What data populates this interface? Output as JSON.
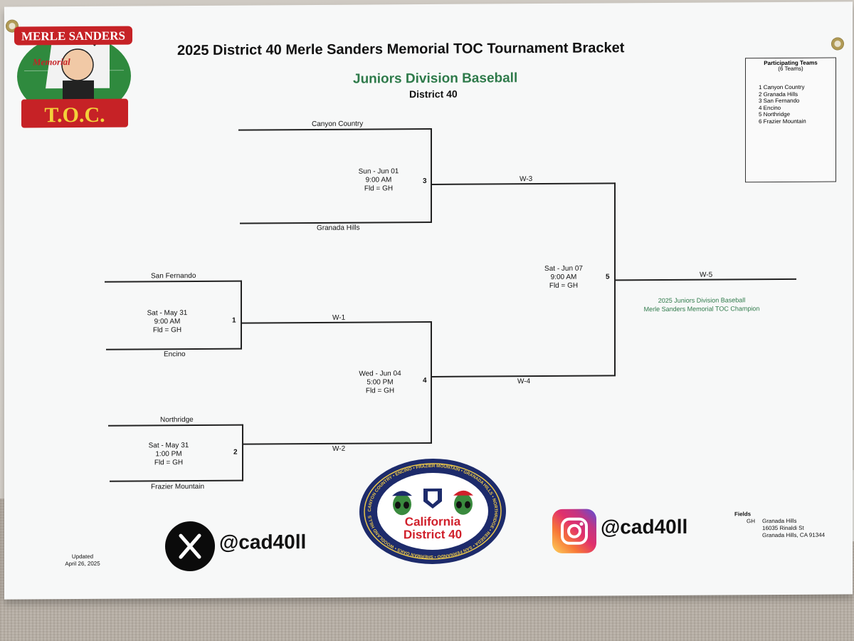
{
  "header": {
    "title": "2025 District 40 Merle Sanders Memorial TOC Tournament Bracket",
    "subtitle": "Juniors Division Baseball",
    "district": "District 40"
  },
  "toc_logo": {
    "top_text": "MERLE SANDERS",
    "script_text": "Memorial",
    "bottom_text": "T.O.C."
  },
  "participating": {
    "title": "Participating Teams",
    "count": "(6 Teams)",
    "teams": [
      "1 Canyon Country",
      "2 Granada Hills",
      "3 San Fernando",
      "4 Encino",
      "5 Northridge",
      "6 Frazier Mountain"
    ]
  },
  "bracket": {
    "teams": {
      "canyon_country": "Canyon Country",
      "granada_hills": "Granada Hills",
      "san_fernando": "San Fernando",
      "encino": "Encino",
      "northridge": "Northridge",
      "frazier_mountain": "Frazier Mountain"
    },
    "games": {
      "g1": {
        "number": "1",
        "date": "Sat - May 31",
        "time": "9:00 AM",
        "field": "Fld = GH"
      },
      "g2": {
        "number": "2",
        "date": "Sat - May 31",
        "time": "1:00 PM",
        "field": "Fld = GH"
      },
      "g3": {
        "number": "3",
        "date": "Sun - Jun 01",
        "time": "9:00 AM",
        "field": "Fld = GH"
      },
      "g4": {
        "number": "4",
        "date": "Wed - Jun 04",
        "time": "5:00 PM",
        "field": "Fld = GH"
      },
      "g5": {
        "number": "5",
        "date": "Sat - Jun 07",
        "time": "9:00 AM",
        "field": "Fld = GH"
      }
    },
    "winners": {
      "w1": "W-1",
      "w2": "W-2",
      "w3": "W-3",
      "w4": "W-4",
      "w5": "W-5"
    },
    "champion": {
      "line1": "2025 Juniors Division Baseball",
      "line2": "Merle Sanders Memorial TOC Champion"
    }
  },
  "d40_logo": {
    "ring_text": "CANYON COUNTRY • ENCINO • FRAZIER MOUNTAIN • GRANADA HILLS • NORTHRIDGE • RESEDA • SAN FERNANDO • SHERMAN OAKS • WOODLAND HILLS",
    "line1": "California",
    "line2": "District 40"
  },
  "social": {
    "x_handle": "@cad40ll",
    "ig_handle": "@cad40ll"
  },
  "updated": {
    "line1": "Updated",
    "line2": "April 26, 2025"
  },
  "fields": {
    "title": "Fields",
    "code": "GH",
    "name": "Granada Hills",
    "street": "16035 Rinaldi St",
    "city": "Granada Hills, CA 91344"
  },
  "colors": {
    "accent_green": "#2e7a4a",
    "board": "#f7f8f8",
    "brand_red": "#d0202b",
    "brand_navy": "#1d2b6b"
  }
}
